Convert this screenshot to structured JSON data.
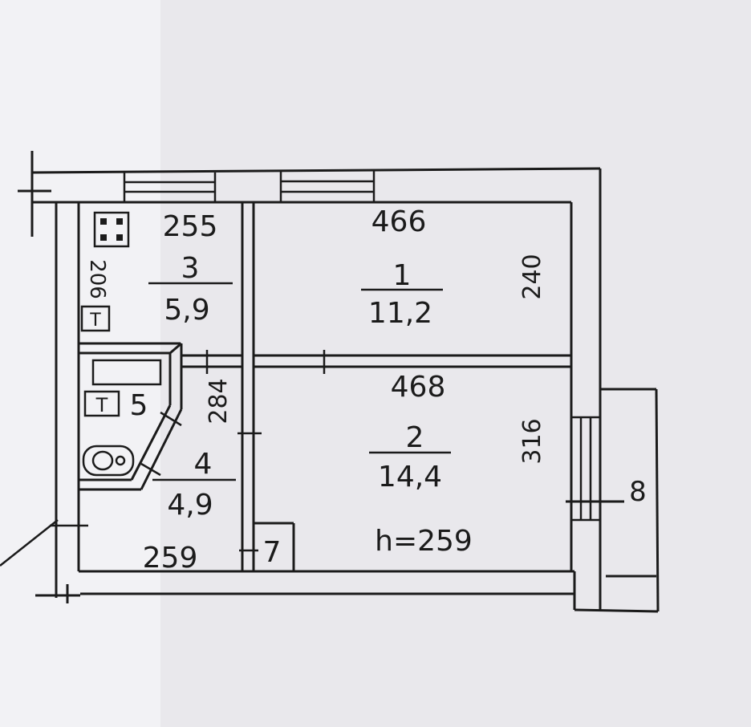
{
  "rooms": [
    {
      "number": "1",
      "area": "11,2"
    },
    {
      "number": "2",
      "area": "14,4"
    },
    {
      "number": "3",
      "area": "5,9"
    },
    {
      "number": "4",
      "area": "4,9"
    }
  ],
  "dimensions": {
    "room1_width": "466",
    "room1_depth": "240",
    "room2_width": "468",
    "room2_depth": "316",
    "room3_width": "255",
    "room3_depth": "206",
    "hall_length": "284",
    "room4_width": "259"
  },
  "markers": {
    "bathroom": "5",
    "closet": "7",
    "balcony": "8"
  },
  "ceiling_height": "h=259",
  "fixture_labels": {
    "toilet_small": "T",
    "toilet_bath": "T"
  }
}
